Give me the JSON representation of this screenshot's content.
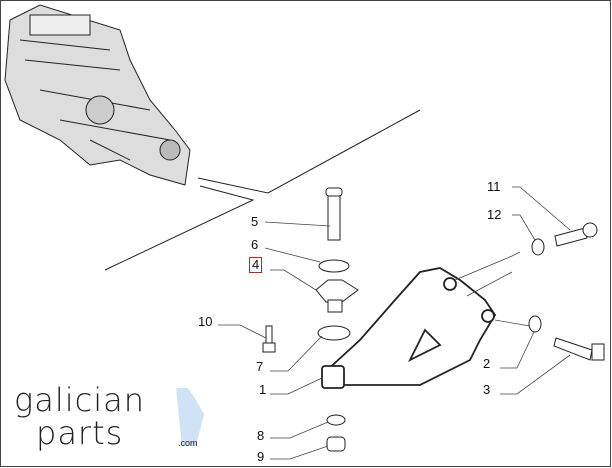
{
  "callouts": [
    {
      "id": "11",
      "text": "11"
    },
    {
      "id": "12",
      "text": "12"
    },
    {
      "id": "5",
      "text": "5"
    },
    {
      "id": "6",
      "text": "6"
    },
    {
      "id": "4",
      "text": "4",
      "highlighted": true
    },
    {
      "id": "10",
      "text": "10"
    },
    {
      "id": "7",
      "text": "7"
    },
    {
      "id": "1",
      "text": "1"
    },
    {
      "id": "2",
      "text": "2"
    },
    {
      "id": "3",
      "text": "3"
    },
    {
      "id": "8",
      "text": "8"
    },
    {
      "id": "9",
      "text": "9"
    }
  ],
  "watermark": {
    "line1": "galician",
    "line2": "parts",
    "suffix": ".com"
  },
  "colors": {
    "highlight": "#d01818",
    "logo_map": "#cfe2f6"
  }
}
